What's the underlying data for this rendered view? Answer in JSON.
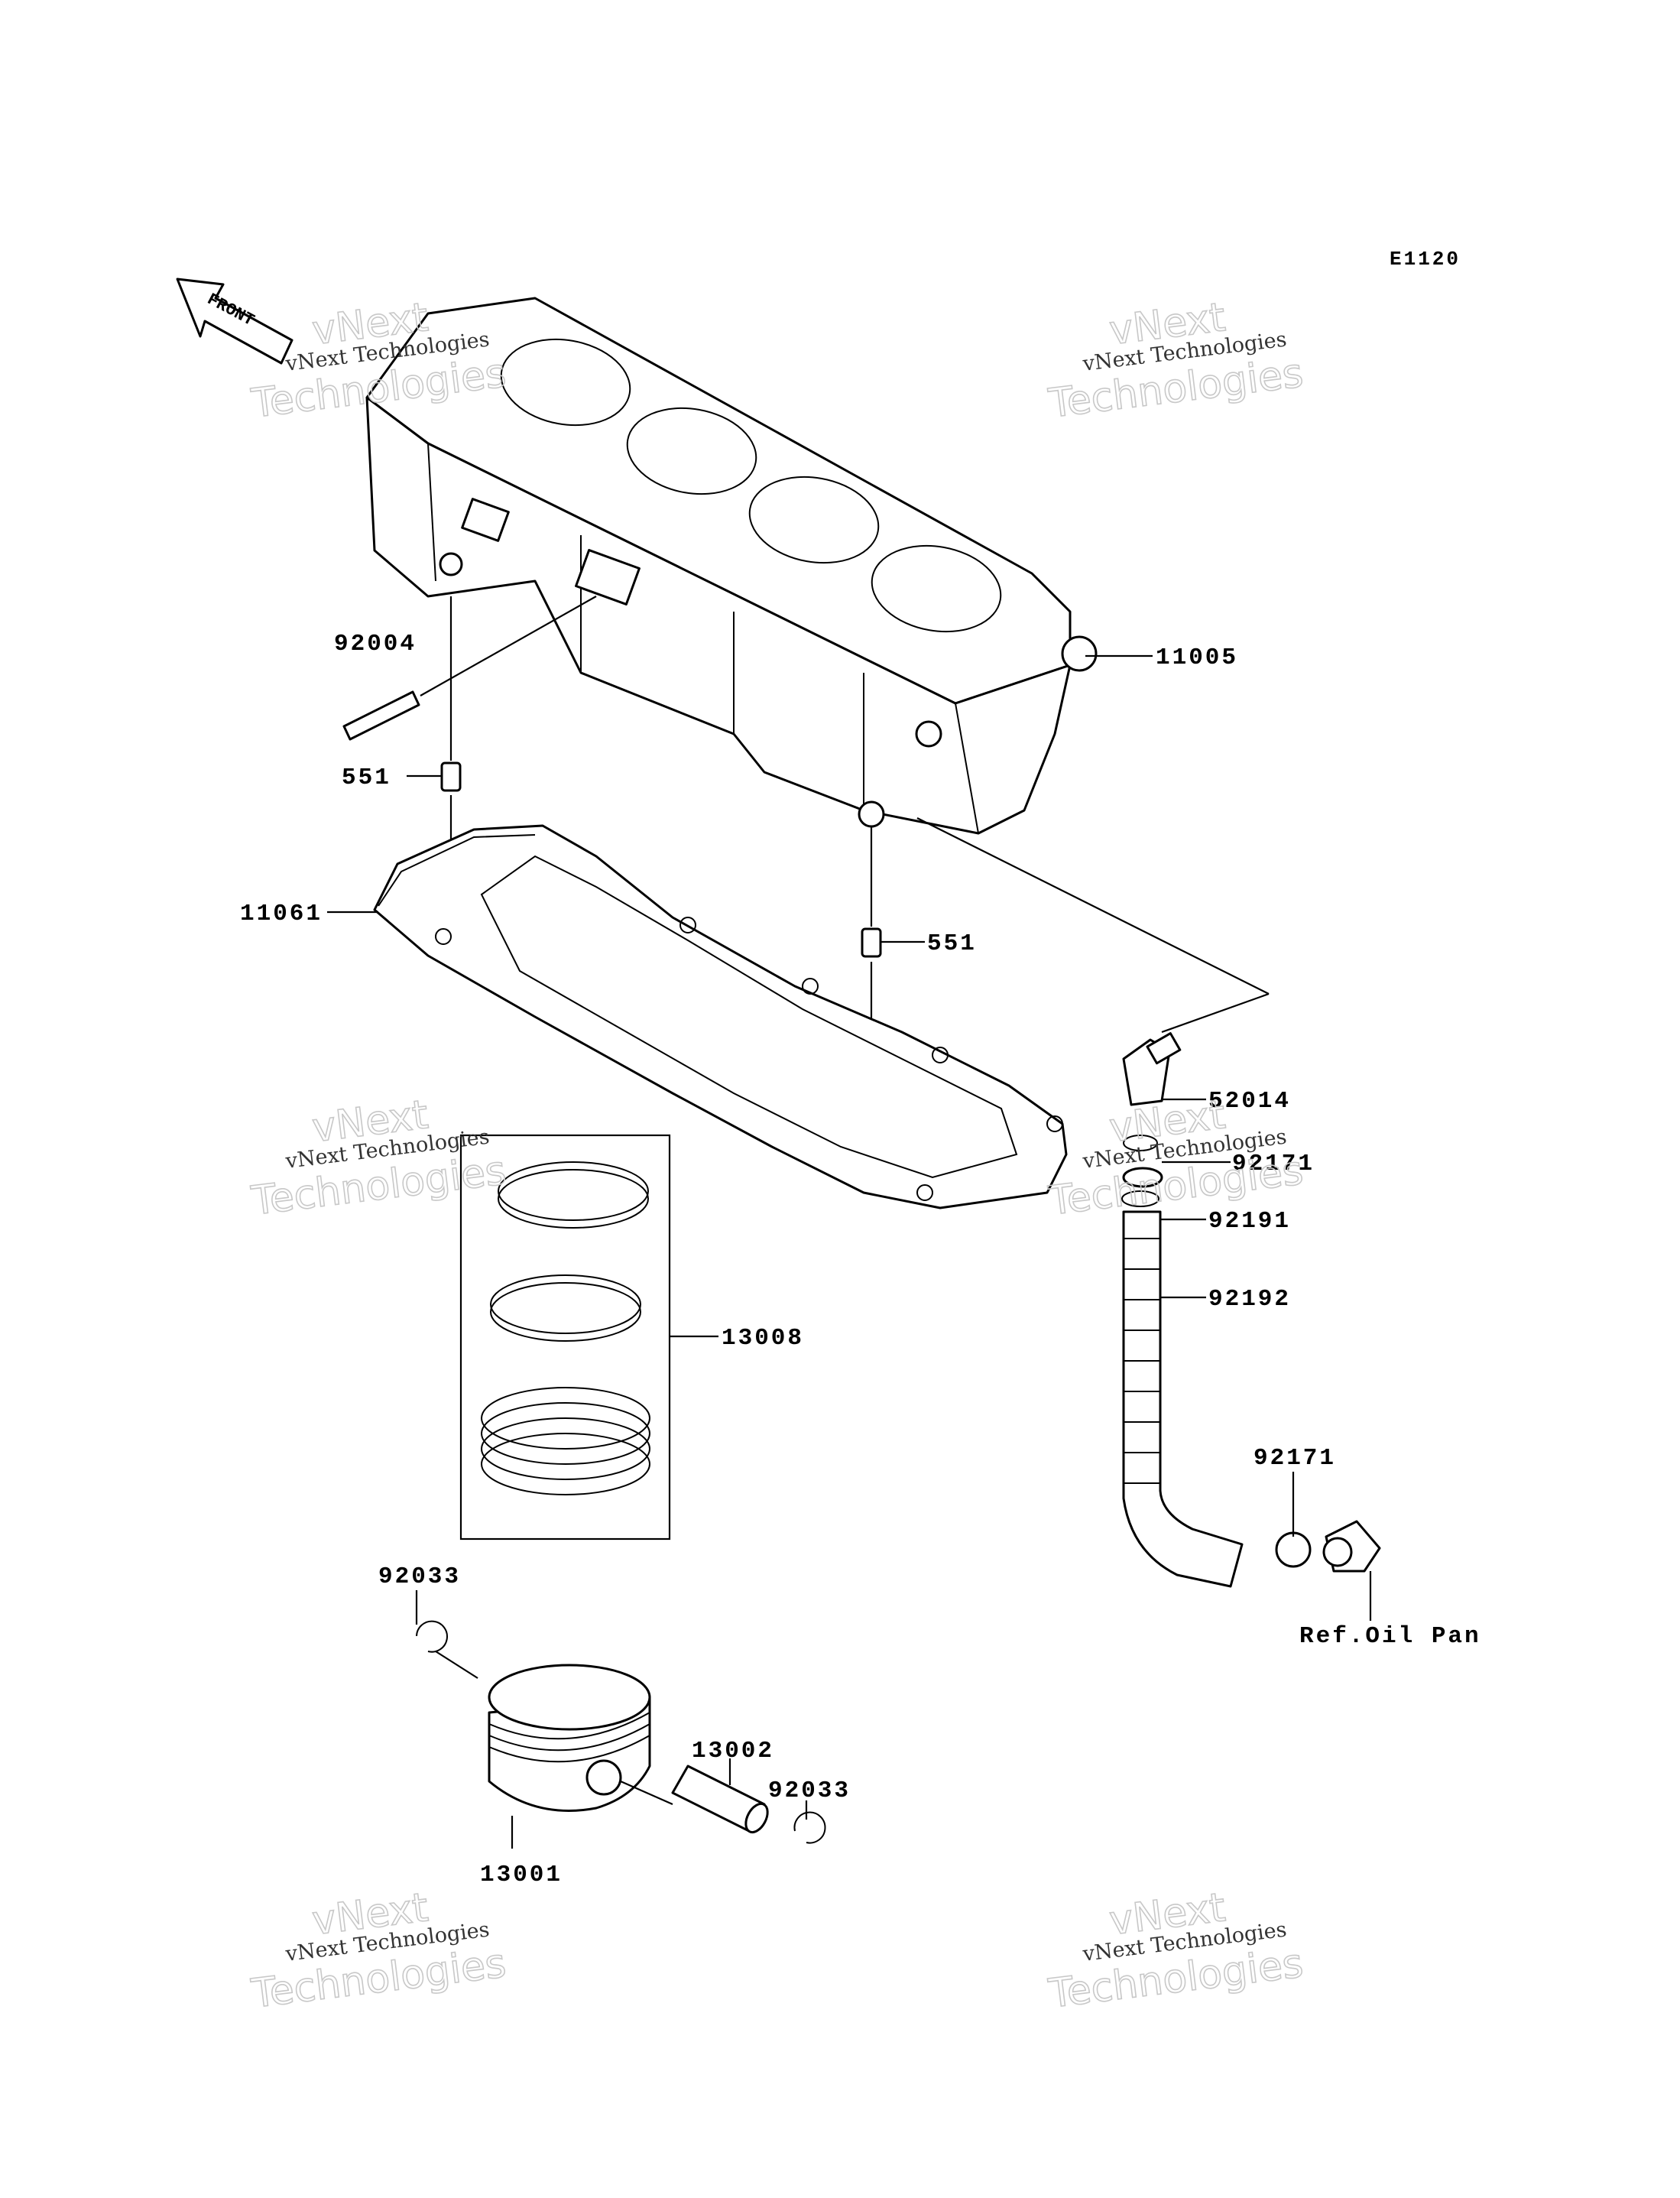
{
  "diagram_code": "E1120",
  "front_label": "FRONT",
  "callouts": [
    {
      "id": "cylinder",
      "label": "11005"
    },
    {
      "id": "stud",
      "label": "92004"
    },
    {
      "id": "dowel-left",
      "label": "551"
    },
    {
      "id": "dowel-right",
      "label": "551"
    },
    {
      "id": "gasket",
      "label": "11061"
    },
    {
      "id": "elbow-fitting",
      "label": "52014"
    },
    {
      "id": "clamp-upper",
      "label": "92171"
    },
    {
      "id": "hose-ring",
      "label": "92191"
    },
    {
      "id": "hose",
      "label": "92192"
    },
    {
      "id": "clamp-lower",
      "label": "92171"
    },
    {
      "id": "oil-pan-ref",
      "label": "Ref.Oil Pan"
    },
    {
      "id": "piston-rings",
      "label": "13008"
    },
    {
      "id": "circlip-left",
      "label": "92033"
    },
    {
      "id": "piston",
      "label": "13001"
    },
    {
      "id": "piston-pin",
      "label": "13002"
    },
    {
      "id": "circlip-right",
      "label": "92033"
    }
  ],
  "watermarks": [
    {
      "line1": "vNext Technologies",
      "line2": "vNext",
      "line3": "Technologies"
    },
    {
      "line1": "vNext Technologies",
      "line2": "vNext",
      "line3": "Technologies"
    },
    {
      "line1": "vNext Technologies",
      "line2": "vNext",
      "line3": "Technologies"
    },
    {
      "line1": "vNext Technologies",
      "line2": "vNext",
      "line3": "Technologies"
    },
    {
      "line1": "vNext Technologies",
      "line2": "vNext",
      "line3": "Technologies"
    },
    {
      "line1": "vNext Technologies",
      "line2": "vNext",
      "line3": "Technologies"
    }
  ]
}
